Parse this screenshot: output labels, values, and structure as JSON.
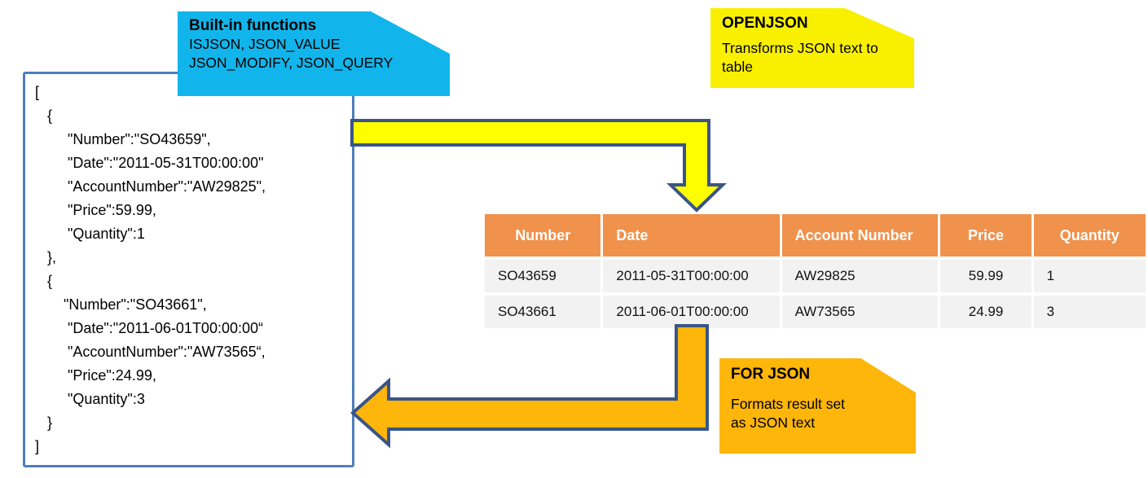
{
  "theme": {
    "cyan": "#12B5EB",
    "yellow_callout": "#F9F000",
    "yellow_arrow": "#FEFE00",
    "amber": "#FFB60A",
    "header_orange": "#F0914C",
    "row_gray": "#F2F2F2",
    "box_border": "#4E7EBB",
    "arrow_outline": "#3A5586"
  },
  "json_box": {
    "code": "[\n   {\n        \"Number\":\"SO43659\",\n        \"Date\":\"2011-05-31T00:00:00\"\n        \"AccountNumber\":\"AW29825\",\n        \"Price\":59.99,\n        \"Quantity\":1\n   },\n   {\n       \"Number\":\"SO43661\",\n        \"Date\":\"2011-06-01T00:00:00“\n        \"AccountNumber\":\"AW73565“,\n        \"Price\":24.99,\n        \"Quantity\":3\n   }\n]"
  },
  "callouts": {
    "builtin": {
      "title": "Built-in functions",
      "body": "ISJSON, JSON_VALUE\nJSON_MODIFY, JSON_QUERY"
    },
    "openjson": {
      "title": "OPENJSON",
      "body": "Transforms JSON text to\ntable"
    },
    "forjson": {
      "title": "FOR JSON",
      "body": "Formats result set\nas JSON text"
    }
  },
  "table": {
    "columns": [
      "Number",
      "Date",
      "Account Number",
      "Price",
      "Quantity"
    ],
    "rows": [
      [
        "SO43659",
        "2011-05-31T00:00:00",
        "AW29825",
        "59.99",
        "1"
      ],
      [
        "SO43661",
        "2011-06-01T00:00:00",
        "AW73565",
        "24.99",
        "3"
      ]
    ]
  },
  "arrows": {
    "openjson_arrow": "json-text-to-table",
    "forjson_arrow": "table-to-json-text"
  }
}
